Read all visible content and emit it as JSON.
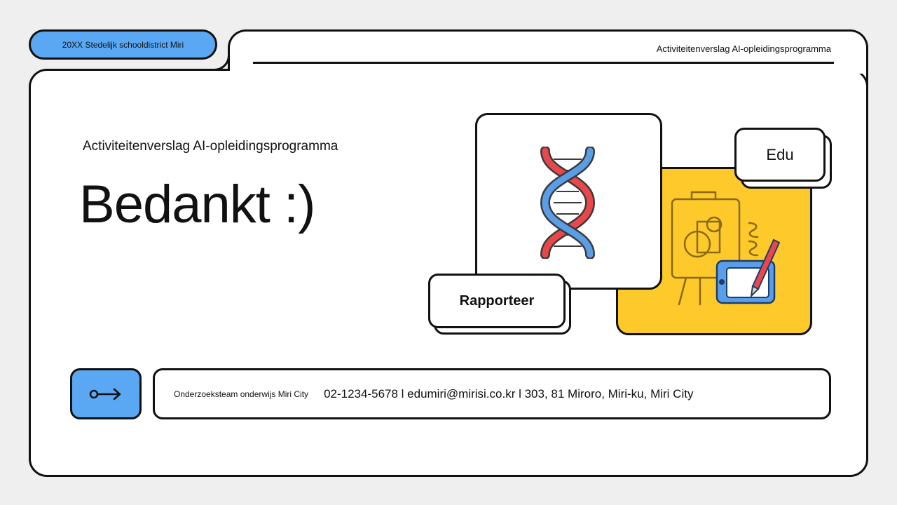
{
  "header": {
    "district": "20XX Stedelijk schooldistrict Miri",
    "report_title": "Activiteitenverslag AI-opleidingsprogramma"
  },
  "main": {
    "subtitle": "Activiteitenverslag AI-opleidingsprogramma",
    "title": "Bedankt :)"
  },
  "cards": {
    "dna_icon": "dna-icon",
    "easel_icon": "easel-tablet-icon",
    "edu_label": "Edu",
    "report_label": "Rapporteer"
  },
  "footer": {
    "arrow_icon": "arrow-right-icon",
    "team": "Onderzoeksteam onderwijs Miri City",
    "contact": "02-1234-5678 l edumiri@mirisi.co.kr l 303, 81 Miroro, Miri-ku, Miri City"
  },
  "colors": {
    "accent_blue": "#5aa8f3",
    "accent_yellow": "#fec92b",
    "dna_red": "#e8474b",
    "dna_blue": "#5b9ee8"
  }
}
